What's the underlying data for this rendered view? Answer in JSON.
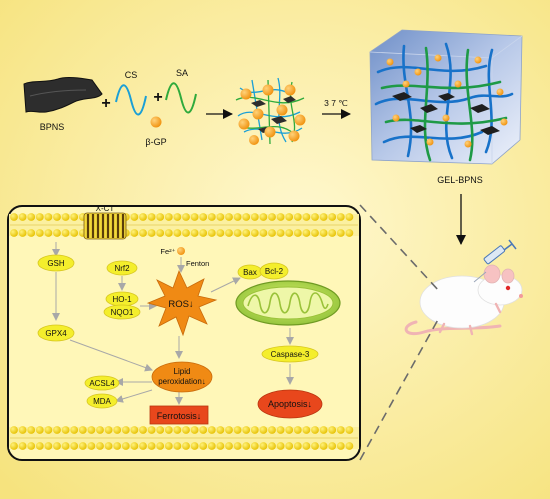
{
  "synthesis": {
    "bpns_label": "BPNS",
    "cs_label": "CS",
    "sa_label": "SA",
    "bgp_label": "β-GP",
    "plus_1": "+",
    "plus_2": "+",
    "temp_label": "3 7 ℃",
    "gel_label": "GEL-BPNS"
  },
  "pathway": {
    "xct_label": "X-CT",
    "fe_label": "Fe²⁺",
    "fenton_label": "Fenton",
    "gsh_label": "GSH",
    "nrf2_label": "Nrf2",
    "ho1_label": "HO-1",
    "nqo1_label": "NQO1",
    "gpx4_label": "GPX4",
    "ros_label": "ROS↓",
    "bax_label": "Bax",
    "bcl2_label": "Bcl-2",
    "caspase_label": "Caspase-3",
    "lipid_line1": "Lipid",
    "lipid_line2": "peroxidation↓",
    "acsl4_label": "ACSL4",
    "mda_label": "MDA",
    "ferroptosis_label": "Ferrotosis↓",
    "apoptosis_label": "Apoptosis↓"
  },
  "colors": {
    "background": "#fbeea0",
    "node_yellow": "#f4ee2c",
    "ros_orange": "#f08a14",
    "result_red": "#e8471c",
    "mito_green": "#9ecb3c",
    "membrane_yellow": "#f6e21c",
    "arrow_gray": "#a8a8a8"
  }
}
